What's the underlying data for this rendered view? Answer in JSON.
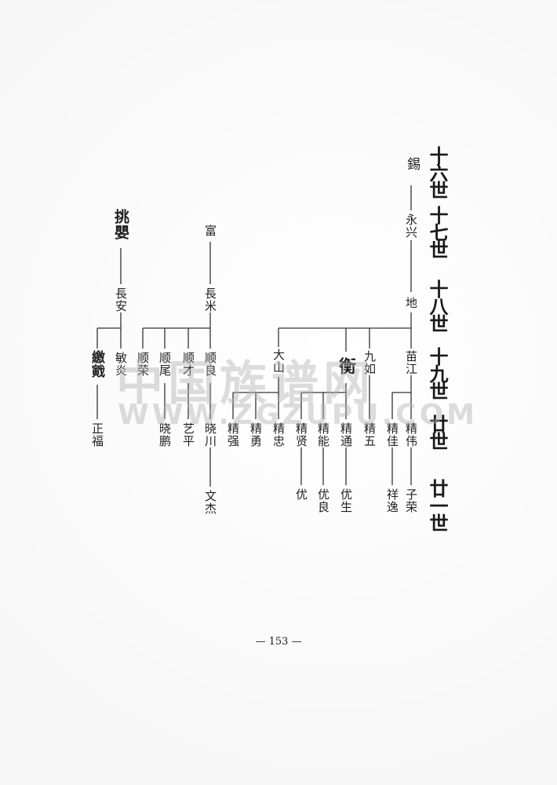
{
  "generations": [
    "十六世",
    "十七世",
    "十八世",
    "十九世",
    "廿世",
    "廿一世"
  ],
  "people": {
    "xi": "錫",
    "yongxing": "永兴",
    "di": "地",
    "miaojiang": "苗江",
    "jiuru": "九如",
    "heng": "衡",
    "dashan": "大山",
    "jingwei": "精伟",
    "jingjia": "精佳",
    "jingwu": "精五",
    "jingtong": "精通",
    "jingneng": "精能",
    "jingxian": "精贤",
    "jingzhong": "精忠",
    "jingyong": "精勇",
    "jingqiang": "精强",
    "zirong": "子荣",
    "xiangyi": "祥逸",
    "yousheng": "优生",
    "youliang": "优良",
    "you": "优",
    "fu": "富",
    "changmi": "長米",
    "shunliang": "顺良",
    "shuncai": "顺才",
    "shunwei": "顺尾",
    "shunrong": "顺荣",
    "xiaochuan": "晓川",
    "yiping": "艺平",
    "xiaopeng": "晓鹏",
    "wenjie": "文杰",
    "tiaoying": "挑嬰",
    "changan": "長安",
    "minyan": "敏炎",
    "minjian": "繳戭",
    "zhengfu": "正福"
  },
  "watermark": {
    "cn": "中国族谱网",
    "en": "WWW.ZGZUPU.COM"
  },
  "page_number": "— 153 —"
}
